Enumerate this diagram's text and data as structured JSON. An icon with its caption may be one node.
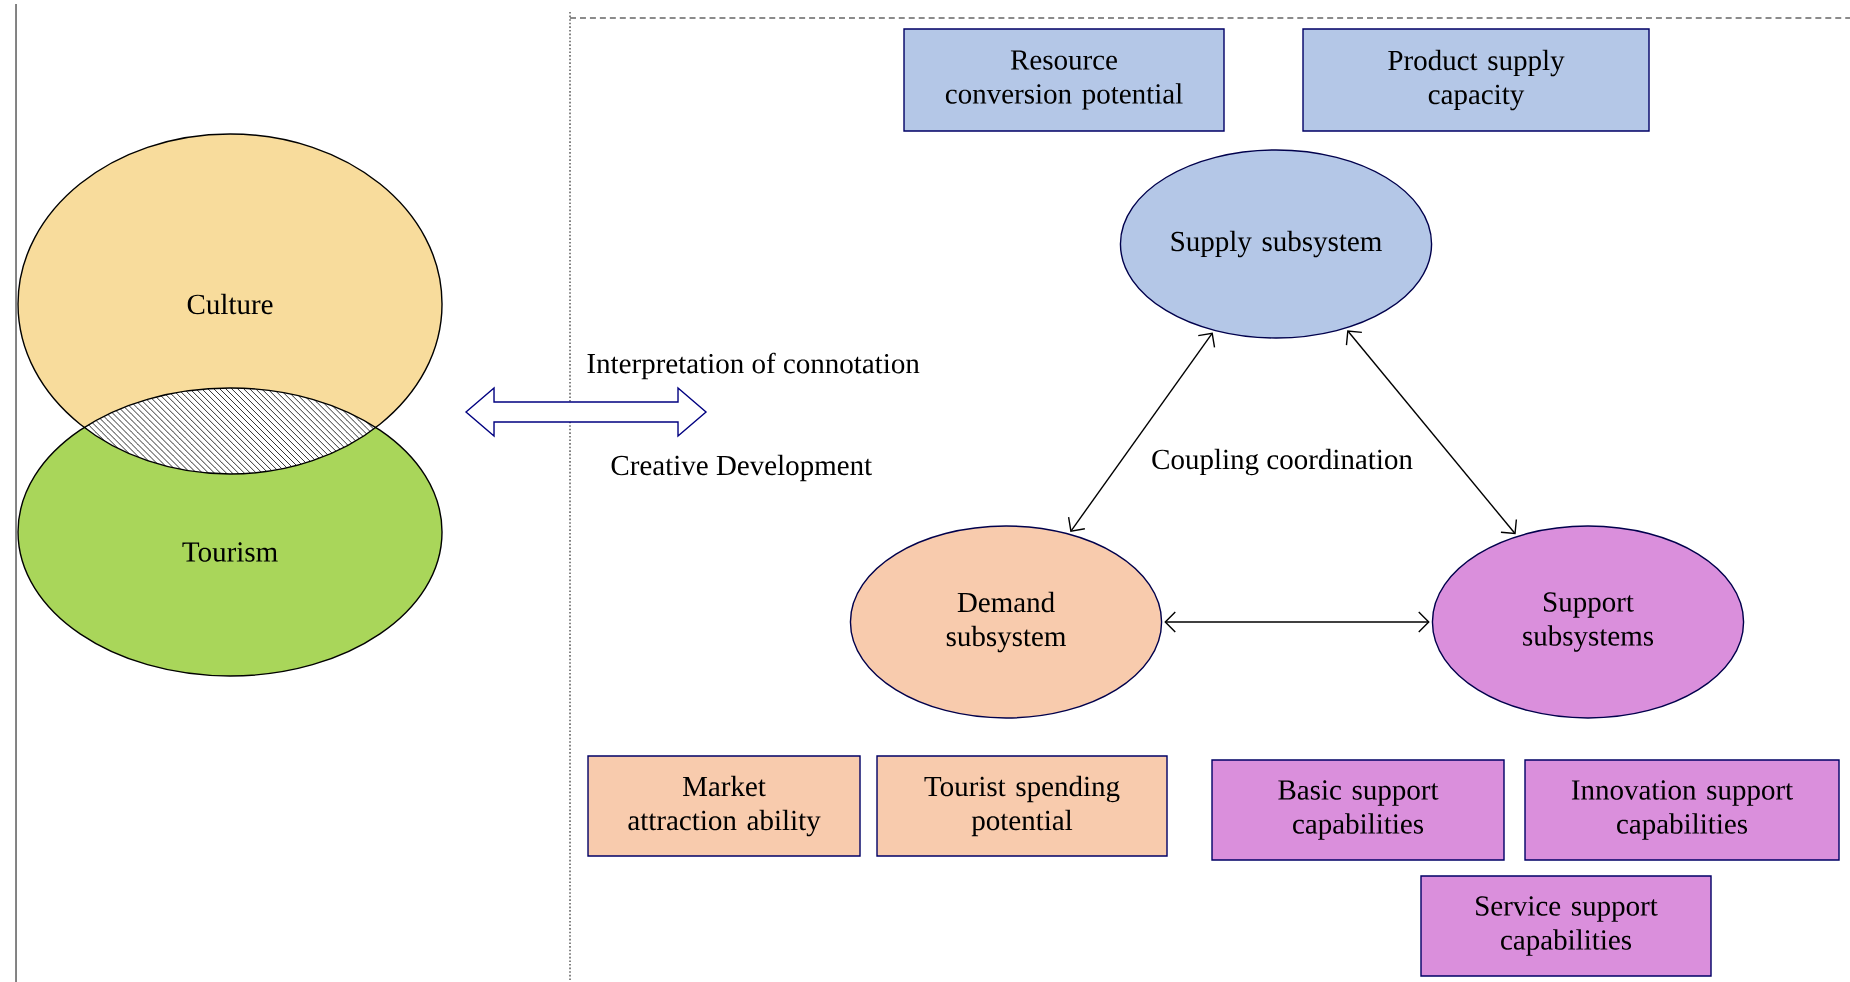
{
  "diagram": {
    "nodes": [
      {
        "text": [
          "Culture"
        ]
      },
      {
        "text": [
          "Tourism"
        ]
      },
      {
        "text": [
          "Resource conversion potential"
        ]
      },
      {
        "text": [
          "Product supply capacity"
        ]
      },
      {
        "text": [
          "Supply subsystem"
        ]
      },
      {
        "text": [
          "Demand subsystem"
        ]
      },
      {
        "text": [
          "Support subsystems"
        ]
      },
      {
        "text": [
          "Market attraction ability"
        ]
      },
      {
        "text": [
          "Tourist spending potential"
        ]
      },
      {
        "text": [
          "Basic support capabilities"
        ]
      },
      {
        "text": [
          "Innovation support capabilities"
        ]
      },
      {
        "text": [
          "Service support capabilities"
        ]
      }
    ],
    "edges": [
      {
        "from": 4,
        "to": 5,
        "arrow": "both"
      },
      {
        "from": 4,
        "to": 6,
        "arrow": "both"
      },
      {
        "from": 5,
        "to": 6,
        "arrow": "both"
      }
    ],
    "labels": [
      "Interpretation of connotation",
      "Creative Development",
      "Coupling coordination"
    ]
  }
}
